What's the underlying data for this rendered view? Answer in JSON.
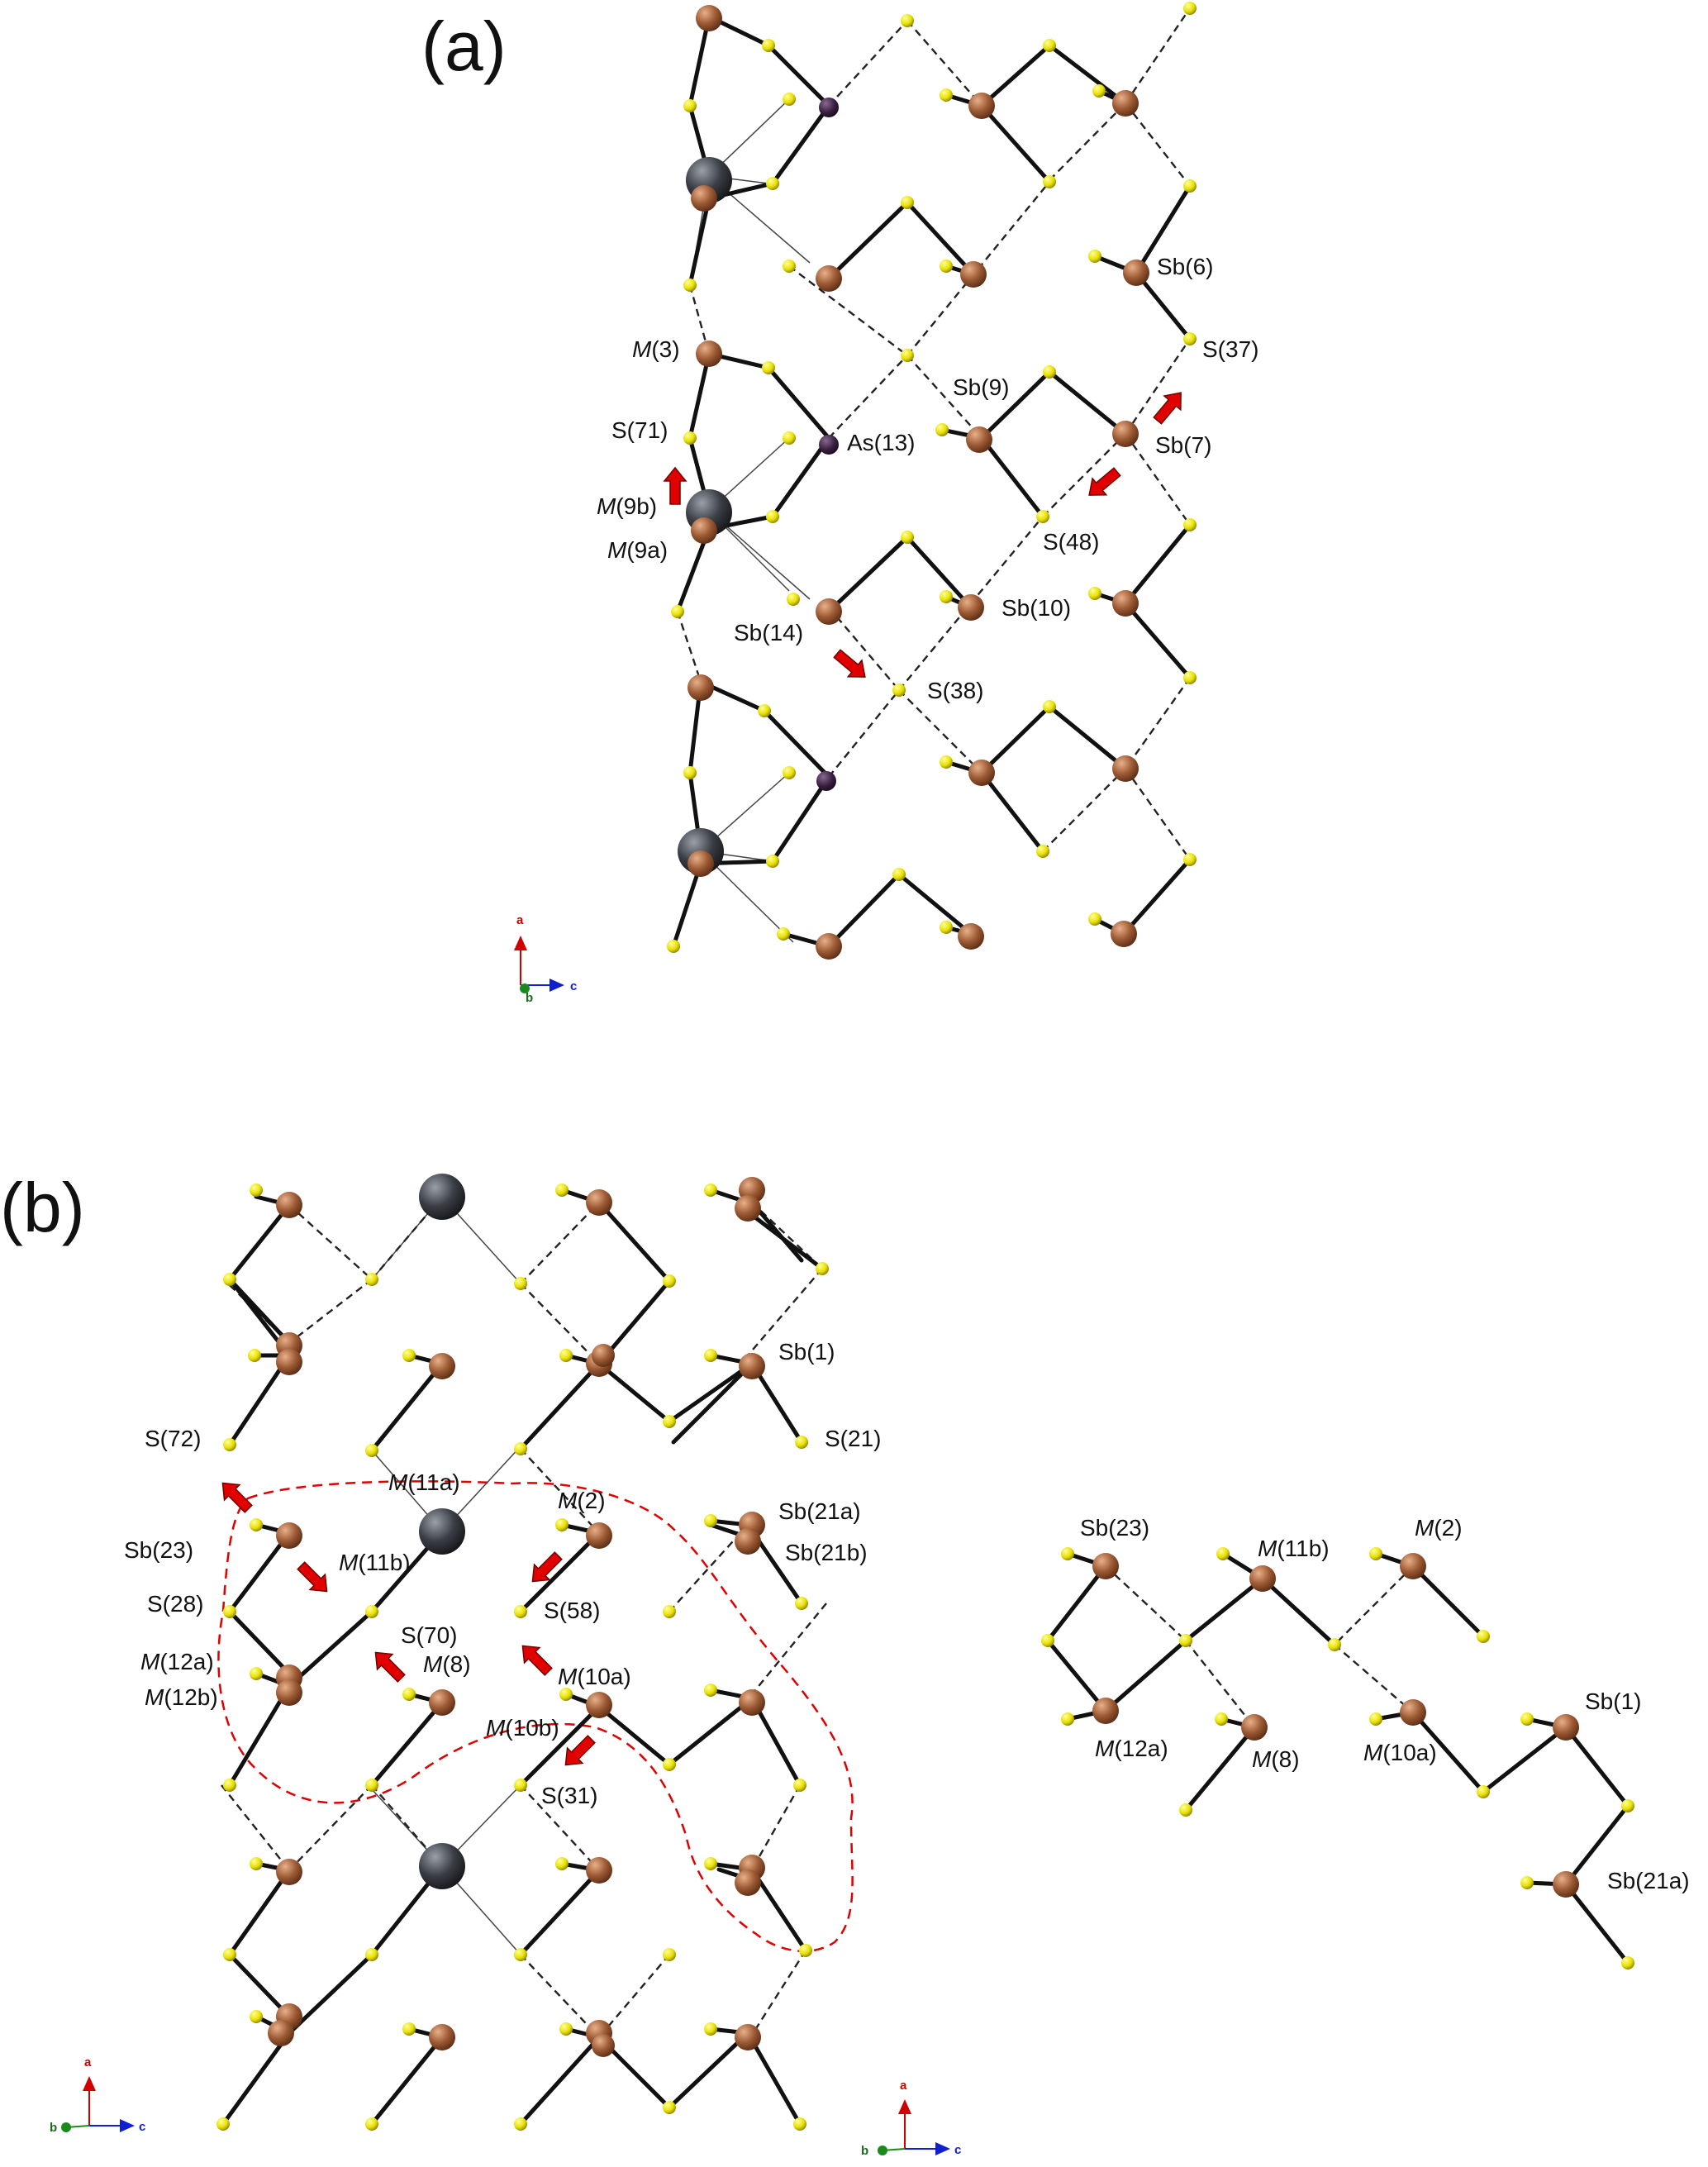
{
  "panels": {
    "a": "(a)",
    "b": "(b)"
  },
  "axes": {
    "a": "a",
    "b": "b",
    "c": "c"
  },
  "colors": {
    "sb_atom": "#9c5a34",
    "s_atom": "#e8e000",
    "as_atom": "#3a2040",
    "pb_atom": "#3a3d44",
    "arrow": "#e00000",
    "outline": "#e00000"
  },
  "labels_a": {
    "sb6": "Sb(6)",
    "s37": "S(37)",
    "m3_pre": "M",
    "m3_post": "(3)",
    "sb9": "Sb(9)",
    "s71": "S(71)",
    "as13": "As(13)",
    "sb7": "Sb(7)",
    "m9b_pre": "M",
    "m9b_post": "(9b)",
    "m9a_pre": "M",
    "m9a_post": "(9a)",
    "s48": "S(48)",
    "sb10": "Sb(10)",
    "sb14": "Sb(14)",
    "s38": "S(38)"
  },
  "labels_b": {
    "sb1": "Sb(1)",
    "s72": "S(72)",
    "s21": "S(21)",
    "m11a_pre": "M",
    "m11a_post": "(11a)",
    "m2_pre": "M",
    "m2_post": "(2)",
    "sb21a": "Sb(21a)",
    "sb23": "Sb(23)",
    "sb21b": "Sb(21b)",
    "m11b_pre": "M",
    "m11b_post": "(11b)",
    "s28": "S(28)",
    "s58": "S(58)",
    "s70": "S(70)",
    "m8_pre": "M",
    "m8_post": "(8)",
    "m12a_pre": "M",
    "m12a_post": "(12a)",
    "m10a_pre": "M",
    "m10a_post": "(10a)",
    "m12b_pre": "M",
    "m12b_post": "(12b)",
    "m10b_pre": "M",
    "m10b_post": "(10b)",
    "s31": "S(31)"
  },
  "labels_c": {
    "sb23": "Sb(23)",
    "m11b_pre": "M",
    "m11b_post": "(11b)",
    "m2_pre": "M",
    "m2_post": "(2)",
    "sb1": "Sb(1)",
    "m12a_pre": "M",
    "m12a_post": "(12a)",
    "m8_pre": "M",
    "m8_post": "(8)",
    "m10a_pre": "M",
    "m10a_post": "(10a)",
    "sb21a": "Sb(21a)"
  }
}
